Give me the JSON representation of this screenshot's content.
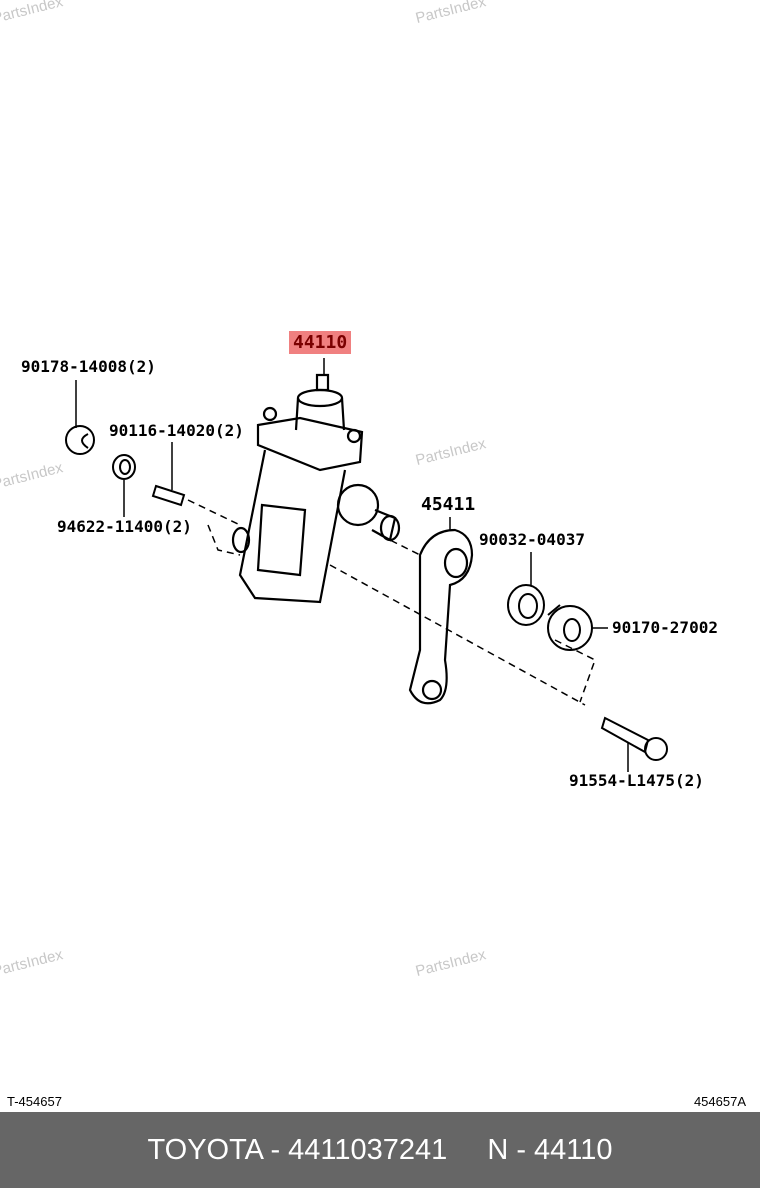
{
  "watermark": "PartsIndex",
  "callouts": {
    "main_part": "44110",
    "p1": "90178-14008(2)",
    "p2": "90116-14020(2)",
    "p3": "94622-11400(2)",
    "p4": "45411",
    "p5": "90032-04037",
    "p6": "90170-27002",
    "p7": "91554-L1475(2)"
  },
  "corner_codes": {
    "left": "T-454657",
    "right": "454657A"
  },
  "footer": {
    "brand_part": "TOYOTA - 4411037241",
    "ref": "N - 44110"
  },
  "colors": {
    "highlight": "#f08080",
    "footer_bg": "#666666"
  }
}
